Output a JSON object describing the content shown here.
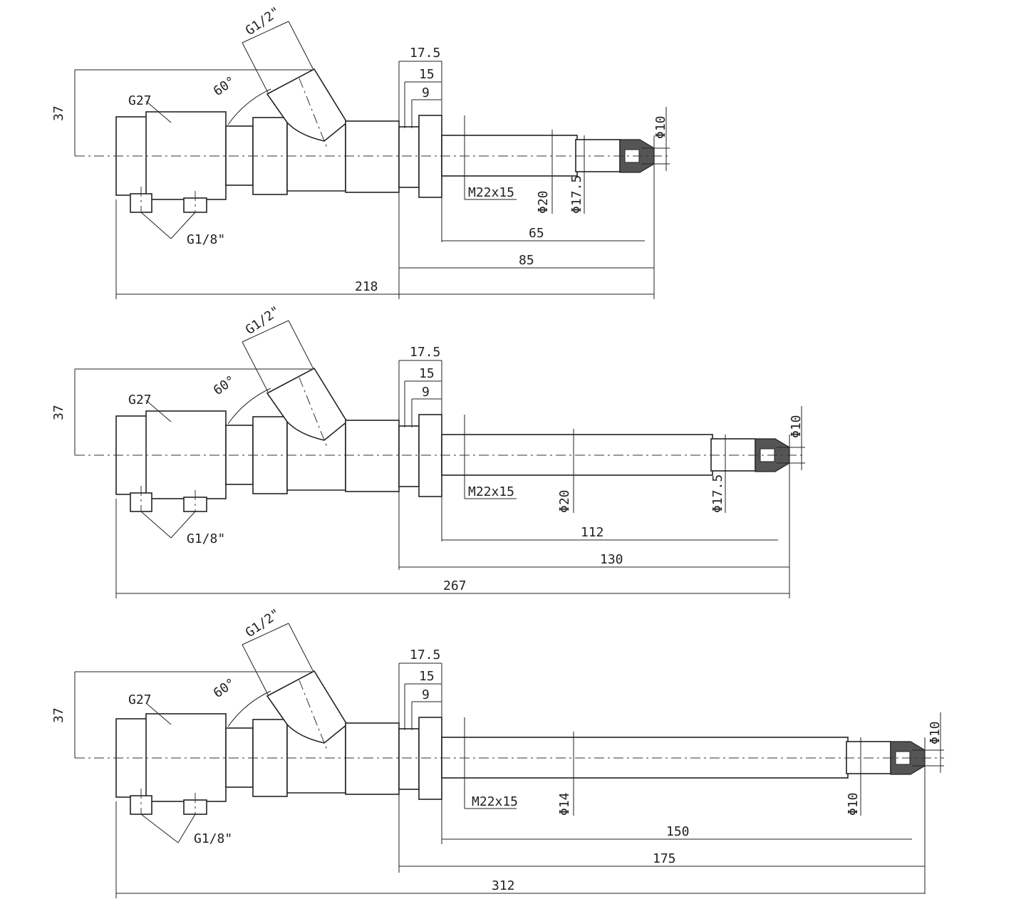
{
  "views": [
    {
      "name": "variant-218",
      "labels": {
        "height": "37",
        "angle": "60°",
        "inlet": "G1/2\"",
        "body": "G27",
        "ports": "G1/8\"",
        "thread": "M22x15",
        "d_nut_outer": "17.5",
        "d_nut_mid": "15",
        "d_nut_inner": "9",
        "tip_d": "Φ10",
        "pipe_d": "Φ20",
        "pipe_d2": "Φ17.5",
        "len_pipe": "65",
        "len_stem": "85",
        "len_total": "218"
      }
    },
    {
      "name": "variant-267",
      "labels": {
        "height": "37",
        "angle": "60°",
        "inlet": "G1/2\"",
        "body": "G27",
        "ports": "G1/8\"",
        "thread": "M22x15",
        "d_nut_outer": "17.5",
        "d_nut_mid": "15",
        "d_nut_inner": "9",
        "tip_d": "Φ10",
        "pipe_d": "Φ20",
        "pipe_d2": "Φ17.5",
        "len_pipe": "112",
        "len_stem": "130",
        "len_total": "267"
      }
    },
    {
      "name": "variant-312",
      "labels": {
        "height": "37",
        "angle": "60°",
        "inlet": "G1/2\"",
        "body": "G27",
        "ports": "G1/8\"",
        "thread": "M22x15",
        "d_nut_outer": "17.5",
        "d_nut_mid": "15",
        "d_nut_inner": "9",
        "tip_d": "Φ10",
        "pipe_d": "Φ14",
        "pipe_d2": "Φ10",
        "len_pipe": "150",
        "len_stem": "175",
        "len_total": "312"
      }
    }
  ]
}
